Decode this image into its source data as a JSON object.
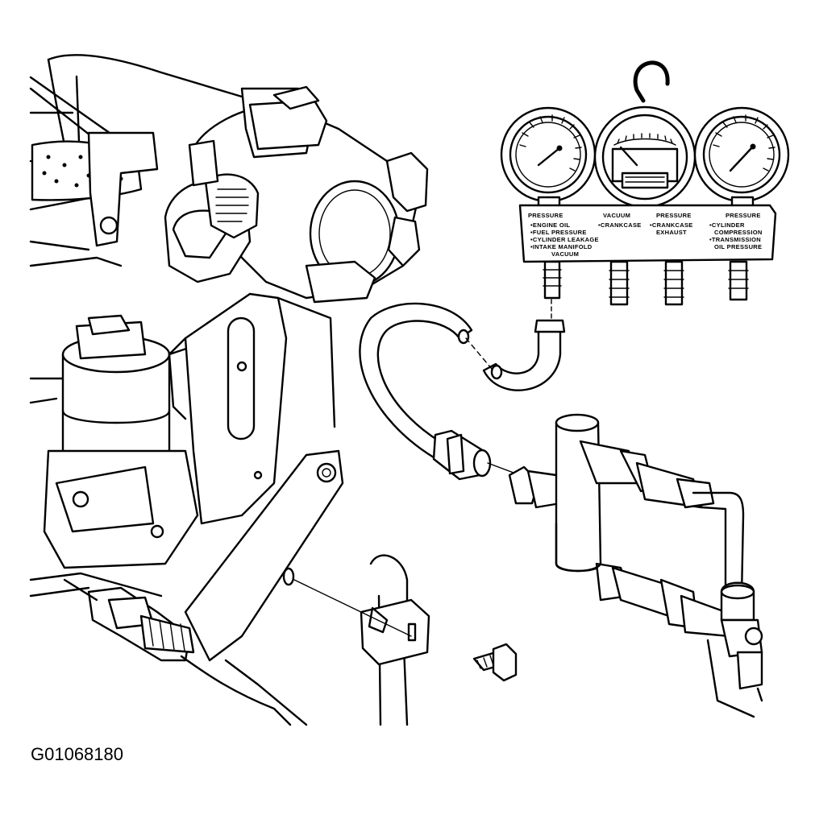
{
  "figure": {
    "id": "G01068180"
  },
  "gauge_panel": {
    "headers": [
      "PRESSURE",
      "VACUUM",
      "PRESSURE",
      "PRESSURE"
    ],
    "col1": [
      "•ENGINE OIL",
      "•FUEL PRESSURE",
      "•CYLINDER LEAKAGE",
      "•INTAKE MANIFOLD",
      "VACUUM"
    ],
    "col2": [
      "•CRANKCASE"
    ],
    "col3": [
      "•CRANKCASE",
      "EXHAUST"
    ],
    "col4": [
      "•CYLINDER",
      "COMPRESSION",
      "•TRANSMISSION",
      "OIL PRESSURE"
    ]
  }
}
